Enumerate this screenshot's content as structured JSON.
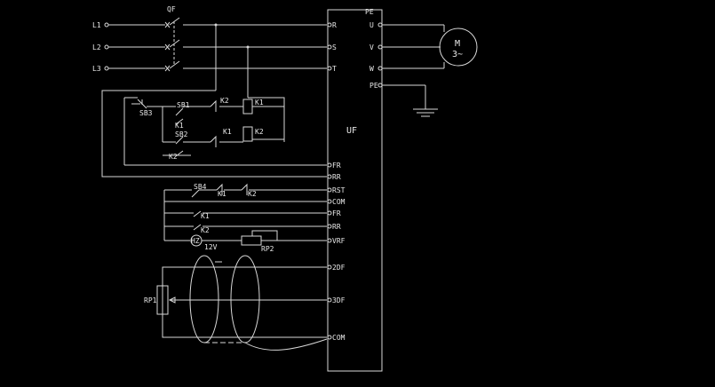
{
  "inputs": {
    "l1": "L1",
    "l2": "L2",
    "l3": "L3",
    "breaker": "QF"
  },
  "motor": {
    "letter": "M",
    "phase": "3~"
  },
  "vfd": {
    "label": "UF",
    "pe_top": "PE",
    "right": {
      "u": "U",
      "v": "V",
      "w": "W",
      "pe": "PE"
    },
    "left": {
      "r": "R",
      "s": "S",
      "t": "T",
      "fr1": "FR",
      "rr1": "RR",
      "rst": "RST",
      "com1": "COM",
      "fr2": "FR",
      "rr2": "RR",
      "vrf": "VRF",
      "zdf1": "2DF",
      "zdf2": "3DF",
      "com2": "COM"
    }
  },
  "control": {
    "sb3": "SB3",
    "sb1": "SB1",
    "sb2": "SB2",
    "sb4": "SB4",
    "k1": "K1",
    "k2": "K2",
    "k1_coil": "K1",
    "k2_coil": "K2",
    "k1_aux": "K1",
    "k2_aux": "K2",
    "k1_il": "K1",
    "k2_il": "K2",
    "k1_sb4": "K1",
    "k2_sb4": "K2",
    "k1_fr": "K1",
    "k2_rr": "K2",
    "hz": "HZ",
    "volt": "12V",
    "rp2": "RP2",
    "rp1": "RP1"
  }
}
